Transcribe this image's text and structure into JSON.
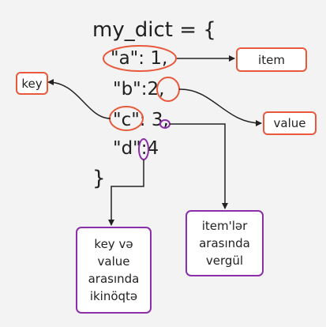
{
  "code": {
    "line1": "my_dict = {",
    "line2": "\"a\": 1,",
    "line3": "\"b\":2,",
    "line4": "\"c\": 3,",
    "line5": "\"d\":4",
    "line6": "}"
  },
  "labels": {
    "item": "item",
    "key": "key",
    "value": "value",
    "items_separator": "item'lər\narasında\nvergül",
    "key_value_colon": "key və\nvalue\narasında\nikinöqtə"
  },
  "colors": {
    "background": "#f3f3f3",
    "accent_red": "#e8593c",
    "accent_purple": "#8b2fa8",
    "arrow": "#222222"
  }
}
